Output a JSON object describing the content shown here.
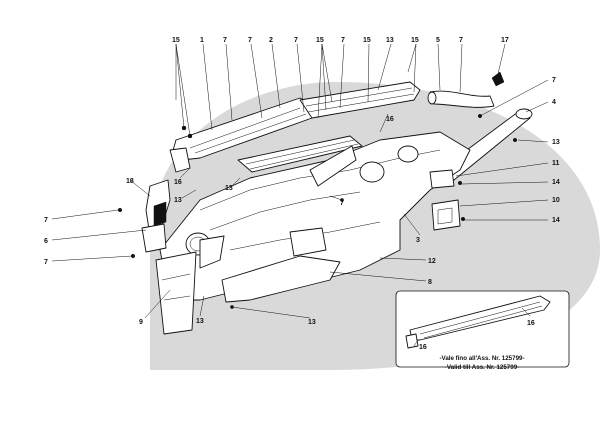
{
  "background": {
    "ellipse_color": "#d9d9d9"
  },
  "callouts": {
    "c15a": "15",
    "c1": "1",
    "c7a": "7",
    "c7b": "7",
    "c2": "2",
    "c7c": "7",
    "c15b": "15",
    "c7d": "7",
    "c15c": "15",
    "c13a": "13",
    "c15d": "15",
    "c5": "5",
    "c7e": "7",
    "c17": "17",
    "c7f": "7",
    "c4": "4",
    "c13b": "13",
    "c16a": "16",
    "c11": "11",
    "c14a": "14",
    "c10": "10",
    "c14b": "14",
    "c16b": "16",
    "c13c": "13",
    "c13d": "13",
    "c7g": "7",
    "c18": "18",
    "c7h": "7",
    "c6": "6",
    "c7i": "7",
    "c3": "3",
    "c12": "12",
    "c8": "8",
    "c9": "9",
    "c13e": "13",
    "c13f": "13",
    "c16c": "16",
    "c16d": "16"
  },
  "inset": {
    "caption_it": "-Vale fino all'Ass. Nr. 125799-",
    "caption_en": "-Valid till Ass. Nr. 125799-"
  }
}
